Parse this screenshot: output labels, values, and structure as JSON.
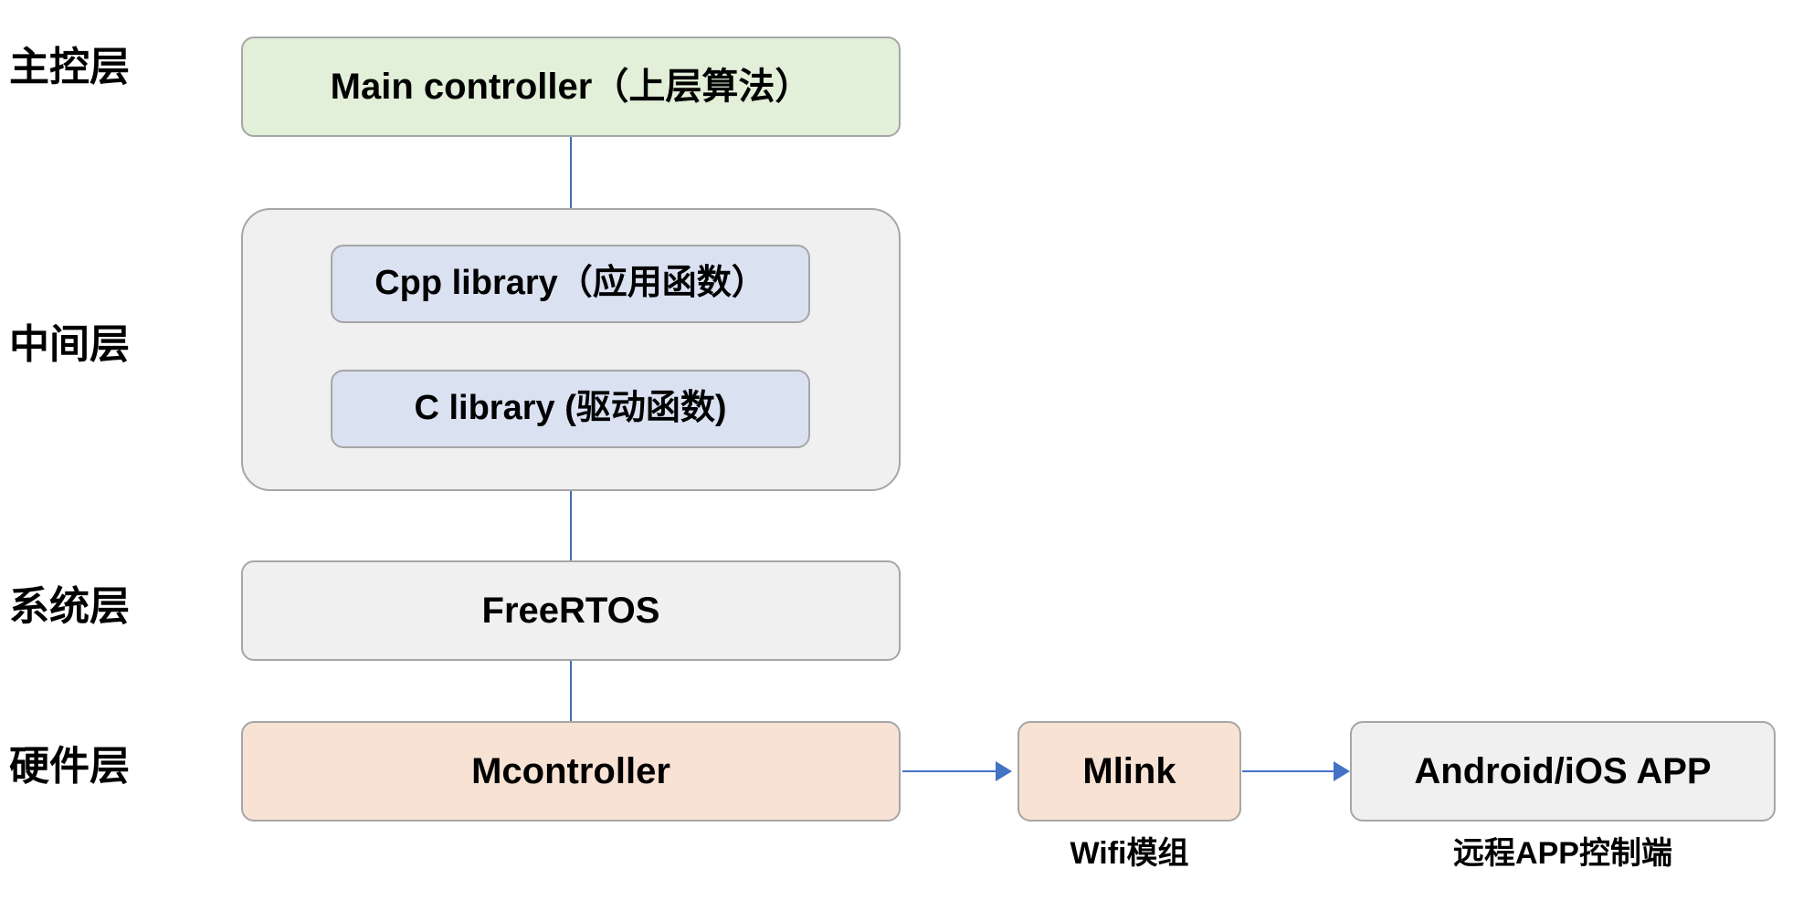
{
  "diagram": {
    "title": "Embedded system layered architecture",
    "colors": {
      "green_fill": "#e2efd9",
      "gray_fill": "#f0f0f0",
      "blue_fill": "#dae1f1",
      "peach_fill": "#f8e2d4",
      "border": "#a6a6a6",
      "connector_blue": "#4472c4",
      "vertical_connector": "#3f6ba8",
      "text": "#000000",
      "background": "#ffffff"
    },
    "layer_labels": [
      {
        "id": "main-control",
        "label": "主控层"
      },
      {
        "id": "middle",
        "label": "中间层"
      },
      {
        "id": "system",
        "label": "系统层"
      },
      {
        "id": "hardware",
        "label": "硬件层"
      }
    ],
    "nodes": {
      "main_controller": "Main controller（上层算法）",
      "cpp_library": "Cpp library（应用函数）",
      "c_library": "C library (驱动函数)",
      "freertos": "FreeRTOS",
      "mcontroller": "Mcontroller",
      "mlink": "Mlink",
      "app": "Android/iOS APP"
    },
    "captions": {
      "mlink": "Wifi模组",
      "app": "远程APP控制端"
    }
  }
}
